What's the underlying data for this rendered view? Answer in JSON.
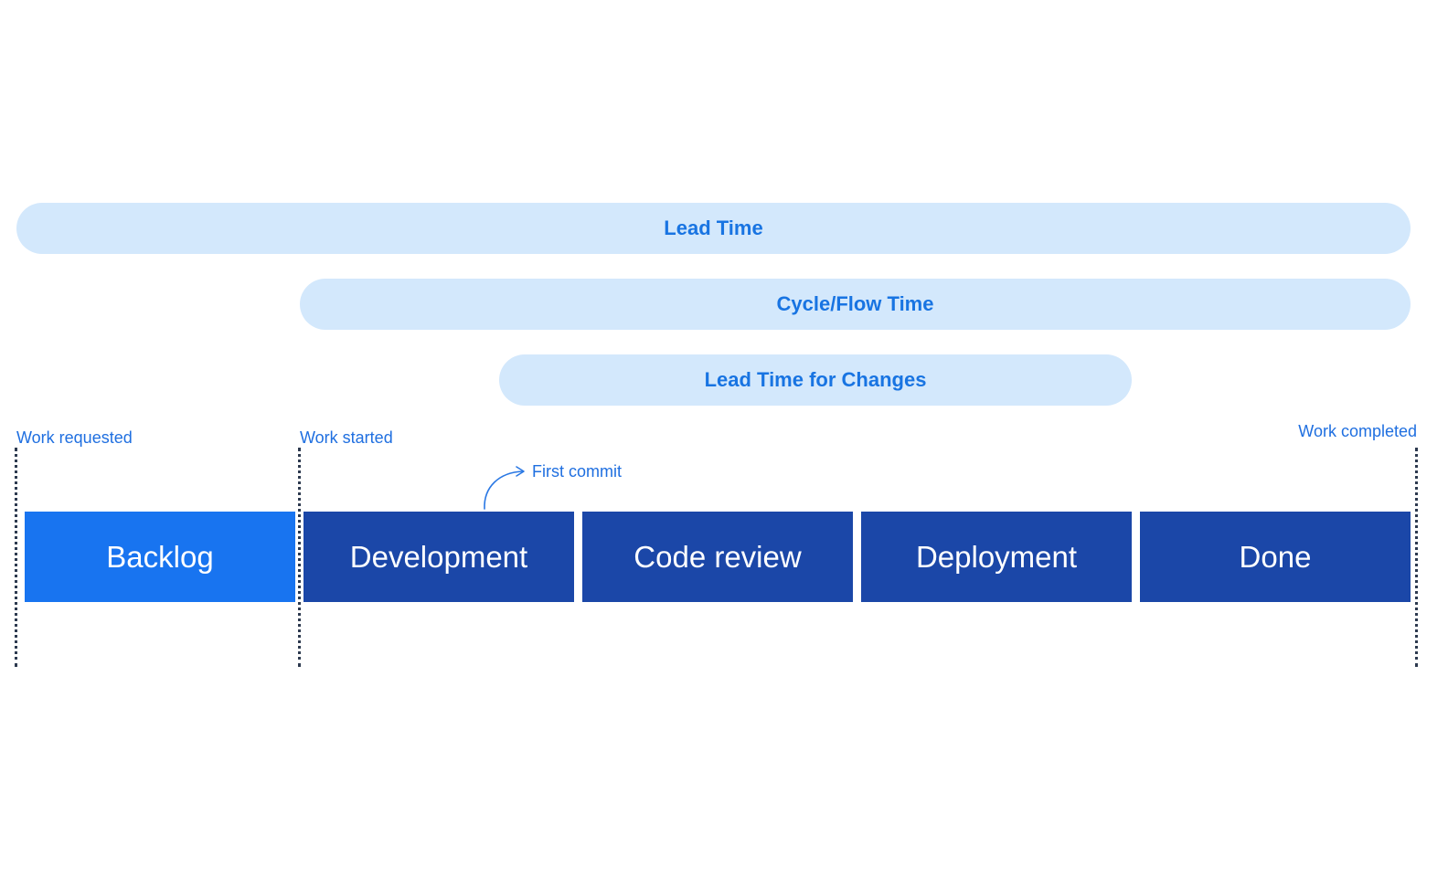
{
  "pills": [
    {
      "id": "lead-time",
      "label": "Lead Time"
    },
    {
      "id": "cycle-time",
      "label": "Cycle/Flow Time"
    },
    {
      "id": "lead-changes",
      "label": "Lead Time for Changes"
    }
  ],
  "markers": {
    "work_requested": "Work requested",
    "work_started": "Work started",
    "work_completed": "Work completed"
  },
  "stages": [
    {
      "label": "Backlog",
      "color": "#1874f0"
    },
    {
      "label": "Development",
      "color": "#1b47a8"
    },
    {
      "label": "Code review",
      "color": "#1b47a8"
    },
    {
      "label": "Deployment",
      "color": "#1b47a8"
    },
    {
      "label": "Done",
      "color": "#1b47a8"
    }
  ],
  "annotation": {
    "first_commit": "First commit"
  },
  "colors": {
    "pill_bg": "#d3e8fc",
    "pill_text": "#1874e2",
    "label_text": "#1f6fe0",
    "marker_line": "#2d3a4f",
    "arrow": "#2a78e4"
  }
}
